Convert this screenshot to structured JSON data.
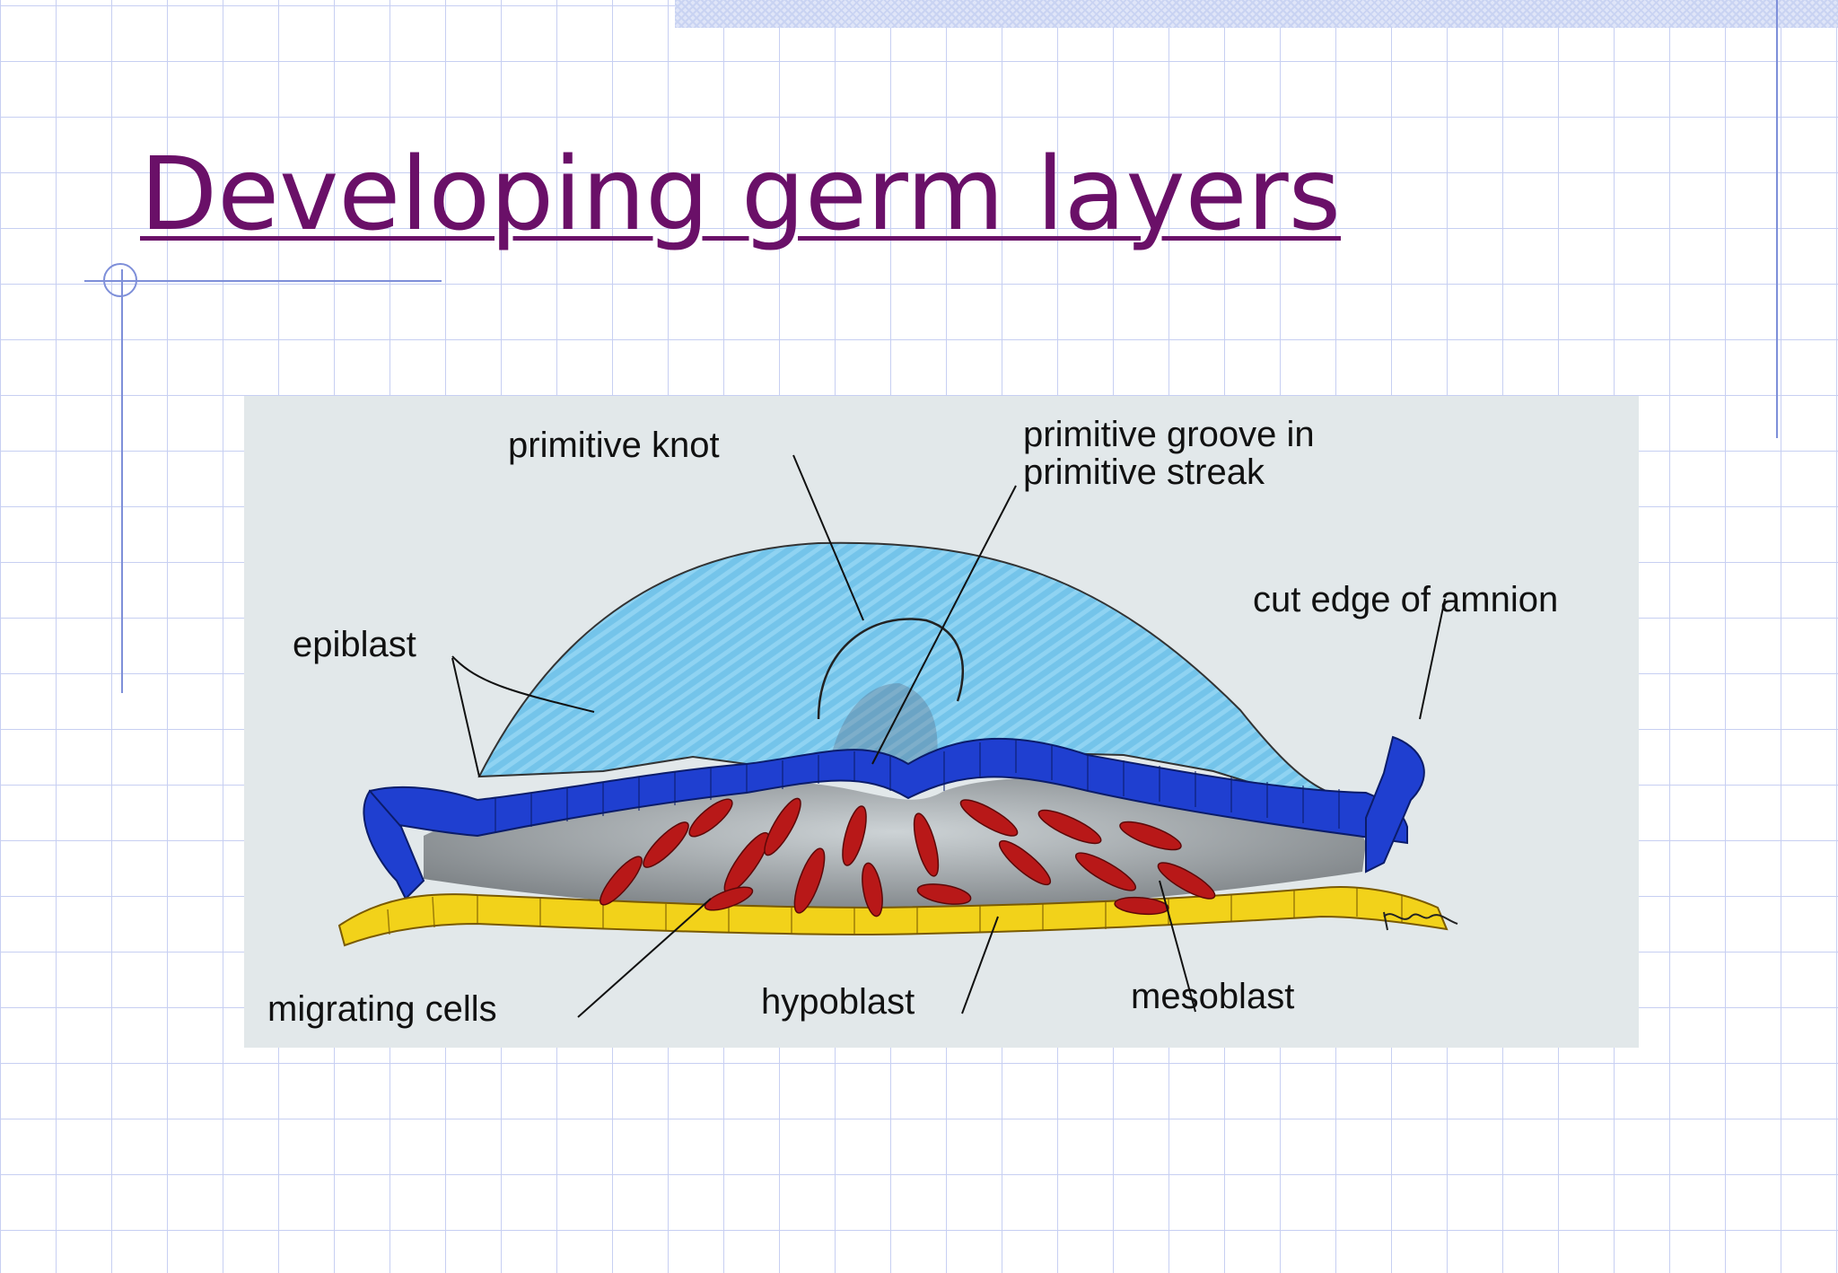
{
  "slide": {
    "title": "Developing germ layers"
  },
  "figure": {
    "labels": {
      "primitive_knot": "primitive knot",
      "primitive_groove_line1": "primitive groove in",
      "primitive_groove_line2": "primitive streak",
      "cut_edge_amnion": "cut edge of amnion",
      "epiblast": "epiblast",
      "migrating_cells": "migrating cells",
      "hypoblast": "hypoblast",
      "mesoblast": "mesoblast"
    },
    "colors": {
      "amnion": "#74c4ea",
      "epiblast": "#1f3fd0",
      "hypoblast": "#f2d21a",
      "mesoblast": "#b81818",
      "background": "#e2e8ea"
    }
  }
}
